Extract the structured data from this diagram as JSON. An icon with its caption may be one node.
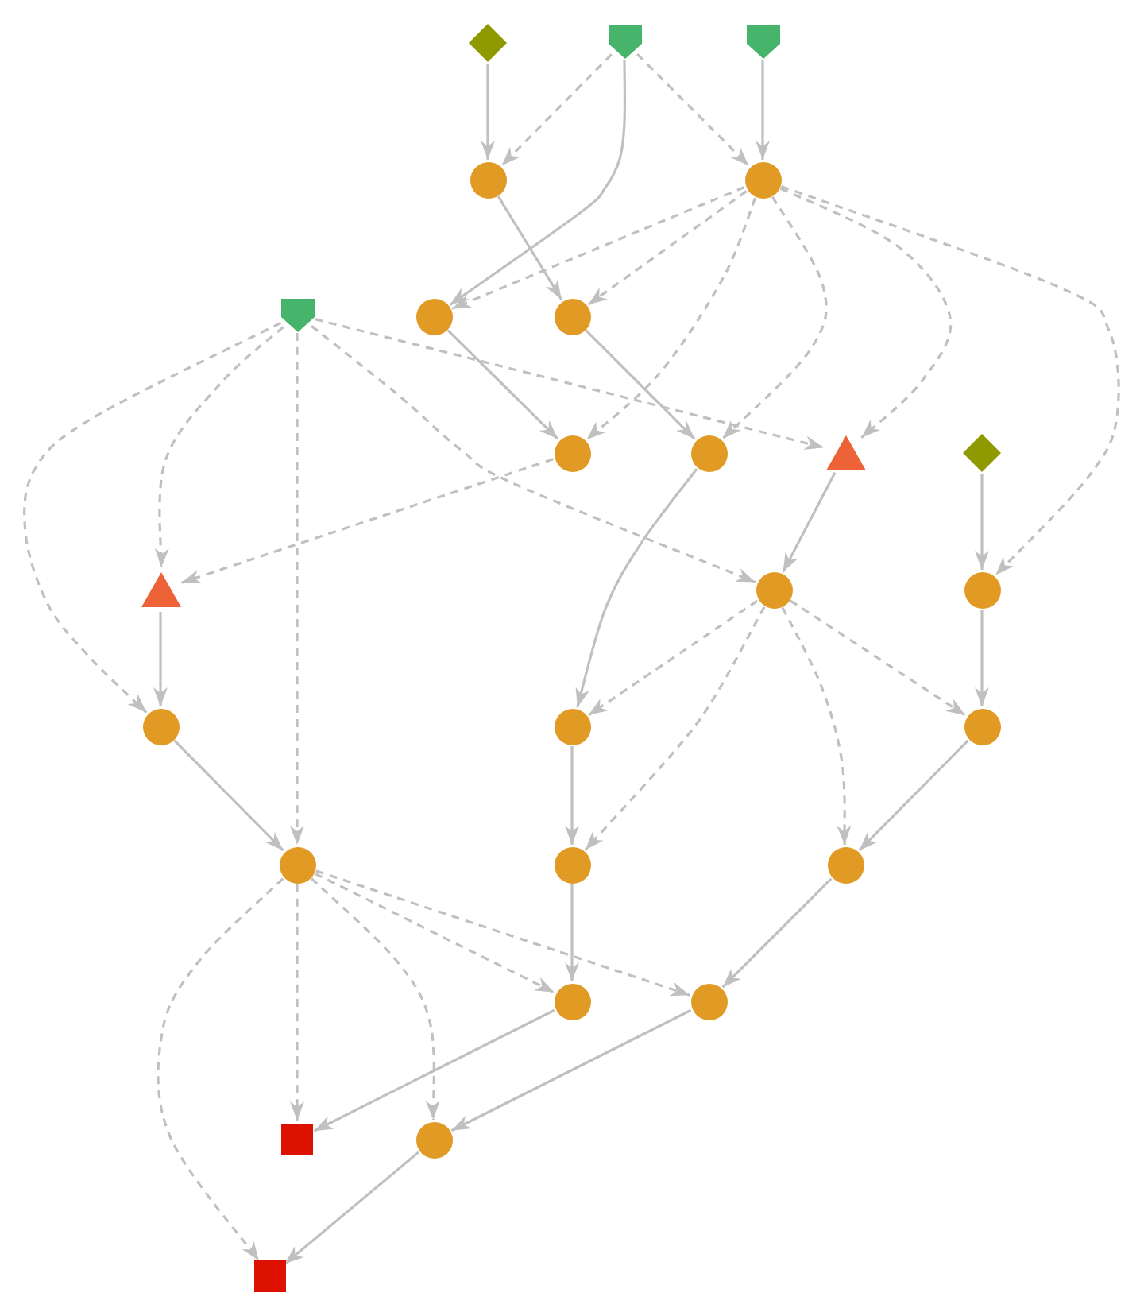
{
  "diagram": {
    "nodes": [
      {
        "text": [],
        "shape": "diamond"
      },
      {
        "text": [],
        "shape": "pentagon"
      },
      {
        "text": [],
        "shape": "pentagon"
      },
      {
        "text": [],
        "shape": "circle"
      },
      {
        "text": [],
        "shape": "circle"
      },
      {
        "text": [],
        "shape": "pentagon"
      },
      {
        "text": [],
        "shape": "circle"
      },
      {
        "text": [],
        "shape": "circle"
      },
      {
        "text": [],
        "shape": "circle"
      },
      {
        "text": [],
        "shape": "circle"
      },
      {
        "text": [],
        "shape": "triangle"
      },
      {
        "text": [],
        "shape": "diamond"
      },
      {
        "text": [],
        "shape": "triangle"
      },
      {
        "text": [],
        "shape": "circle"
      },
      {
        "text": [],
        "shape": "circle"
      },
      {
        "text": [],
        "shape": "circle"
      },
      {
        "text": [],
        "shape": "circle"
      },
      {
        "text": [],
        "shape": "circle"
      },
      {
        "text": [],
        "shape": "circle"
      },
      {
        "text": [],
        "shape": "circle"
      },
      {
        "text": [],
        "shape": "circle"
      },
      {
        "text": [],
        "shape": "circle"
      },
      {
        "text": [],
        "shape": "circle"
      },
      {
        "text": [],
        "shape": "square"
      },
      {
        "text": [],
        "shape": "circle"
      },
      {
        "text": [],
        "shape": "square"
      }
    ],
    "edges": [
      {
        "from": 0,
        "to": 3,
        "arrow": "to"
      },
      {
        "from": 1,
        "to": 3,
        "arrow": "to",
        "style": "dashed"
      },
      {
        "from": 1,
        "to": 6,
        "arrow": "to"
      },
      {
        "from": 1,
        "to": 4,
        "arrow": "to",
        "style": "dashed"
      },
      {
        "from": 2,
        "to": 4,
        "arrow": "to"
      },
      {
        "from": 3,
        "to": 7,
        "arrow": "to"
      },
      {
        "from": 4,
        "to": 6,
        "arrow": "to",
        "style": "dashed"
      },
      {
        "from": 4,
        "to": 7,
        "arrow": "to",
        "style": "dashed"
      },
      {
        "from": 4,
        "to": 8,
        "arrow": "to",
        "style": "dashed"
      },
      {
        "from": 4,
        "to": 9,
        "arrow": "to",
        "style": "dashed"
      },
      {
        "from": 4,
        "to": 10,
        "arrow": "to",
        "style": "dashed"
      },
      {
        "from": 4,
        "to": 14,
        "arrow": "to",
        "style": "dashed"
      },
      {
        "from": 5,
        "to": 12,
        "arrow": "to",
        "style": "dashed"
      },
      {
        "from": 5,
        "to": 15,
        "arrow": "to",
        "style": "dashed"
      },
      {
        "from": 5,
        "to": 18,
        "arrow": "to",
        "style": "dashed"
      },
      {
        "from": 5,
        "to": 10,
        "arrow": "to",
        "style": "dashed"
      },
      {
        "from": 5,
        "to": 13,
        "arrow": "to",
        "style": "dashed"
      },
      {
        "from": 6,
        "to": 8,
        "arrow": "to"
      },
      {
        "from": 7,
        "to": 9,
        "arrow": "to"
      },
      {
        "from": 8,
        "to": 12,
        "arrow": "to",
        "style": "dashed"
      },
      {
        "from": 9,
        "to": 16,
        "arrow": "to"
      },
      {
        "from": 10,
        "to": 13,
        "arrow": "to"
      },
      {
        "from": 11,
        "to": 14,
        "arrow": "to"
      },
      {
        "from": 12,
        "to": 15,
        "arrow": "to"
      },
      {
        "from": 13,
        "to": 16,
        "arrow": "to",
        "style": "dashed"
      },
      {
        "from": 13,
        "to": 19,
        "arrow": "to",
        "style": "dashed"
      },
      {
        "from": 13,
        "to": 20,
        "arrow": "to",
        "style": "dashed"
      },
      {
        "from": 13,
        "to": 17,
        "arrow": "to",
        "style": "dashed"
      },
      {
        "from": 14,
        "to": 17,
        "arrow": "to"
      },
      {
        "from": 15,
        "to": 18,
        "arrow": "to"
      },
      {
        "from": 16,
        "to": 19,
        "arrow": "to"
      },
      {
        "from": 17,
        "to": 20,
        "arrow": "to"
      },
      {
        "from": 18,
        "to": 21,
        "arrow": "to",
        "style": "dashed"
      },
      {
        "from": 18,
        "to": 22,
        "arrow": "to",
        "style": "dashed"
      },
      {
        "from": 18,
        "to": 23,
        "arrow": "to",
        "style": "dashed"
      },
      {
        "from": 18,
        "to": 24,
        "arrow": "to",
        "style": "dashed"
      },
      {
        "from": 18,
        "to": 25,
        "arrow": "to",
        "style": "dashed"
      },
      {
        "from": 19,
        "to": 21,
        "arrow": "to"
      },
      {
        "from": 20,
        "to": 22,
        "arrow": "to"
      },
      {
        "from": 21,
        "to": 23,
        "arrow": "to"
      },
      {
        "from": 22,
        "to": 24,
        "arrow": "to"
      },
      {
        "from": 24,
        "to": 25,
        "arrow": "to"
      }
    ]
  }
}
